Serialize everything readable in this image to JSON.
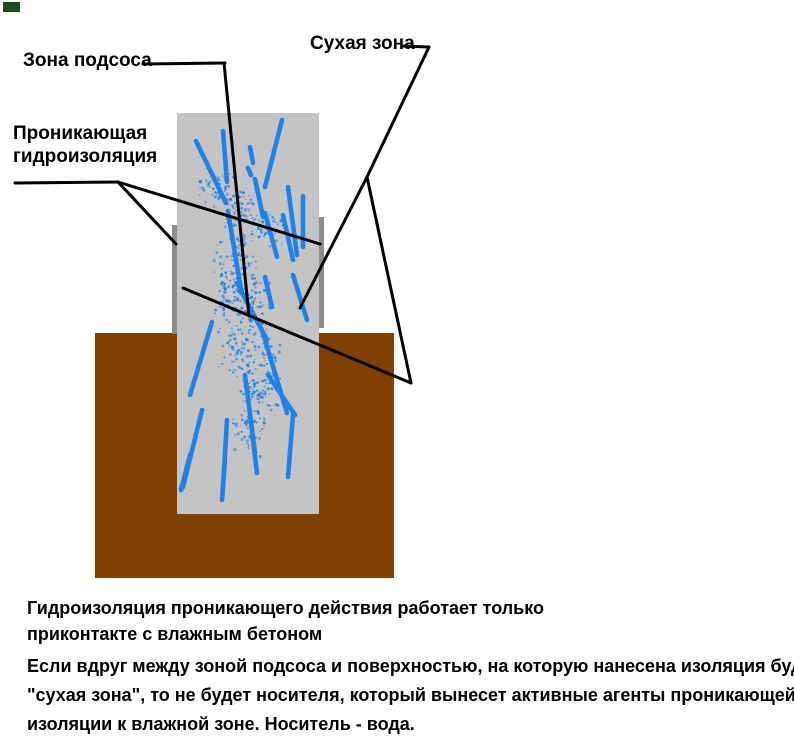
{
  "labels": {
    "suction_zone": "Зона подсоса",
    "dry_zone": "Сухая зона",
    "penetrating": [
      "Проникающая",
      "гидроизоляция"
    ]
  },
  "captions": {
    "p1": [
      "Гидроизоляция проникающего действия работает только",
      "приконтакте с влажным бетоном"
    ],
    "p2": [
      "Если вдруг между зоной подсоса и поверхностью, на которую нанесена изоляция будет",
      "\"сухая зона\", то не будет носителя, который вынесет активные агенты проникающей",
      "изоляции к влажной зоне. Носитель - вода."
    ]
  },
  "colors": {
    "ground": "#804000",
    "column": "#c4c4c4",
    "strip": "#8c8c8c",
    "water": "#1e82e8",
    "line": "#000000",
    "corner_mark": "#1e4a1e",
    "background": "#ffffff",
    "text": "#000000"
  },
  "diagram": {
    "corner_mark": [
      3,
      2,
      17,
      10
    ],
    "ground": [
      95,
      333,
      299,
      245
    ],
    "column": [
      177,
      113,
      142,
      401
    ],
    "strips": [
      [
        172,
        225,
        5,
        109
      ],
      [
        319,
        217,
        5,
        111
      ]
    ],
    "leader_lines": [
      [
        143,
        64,
        225,
        63
      ],
      [
        224,
        63,
        249,
        316
      ],
      [
        402,
        46,
        429,
        47
      ],
      [
        429,
        47,
        367,
        177
      ],
      [
        367,
        177,
        300,
        308
      ],
      [
        367,
        177,
        411,
        383
      ],
      [
        411,
        383,
        183,
        288
      ],
      [
        15,
        183,
        118,
        182
      ],
      [
        118,
        182,
        320,
        244
      ],
      [
        118,
        182,
        176,
        244
      ]
    ],
    "leader_stroke_width": 3,
    "streaks": [
      [
        196,
        141,
        226,
        203
      ],
      [
        223,
        131,
        227,
        182
      ],
      [
        250,
        147,
        253,
        163
      ],
      [
        248,
        168,
        251,
        175
      ],
      [
        282,
        120,
        265,
        187
      ],
      [
        255,
        179,
        263,
        217
      ],
      [
        288,
        187,
        297,
        255
      ],
      [
        303,
        196,
        303,
        247
      ],
      [
        228,
        211,
        241,
        290
      ],
      [
        265,
        213,
        277,
        257
      ],
      [
        283,
        215,
        293,
        260
      ],
      [
        293,
        275,
        307,
        320
      ],
      [
        265,
        277,
        272,
        307
      ],
      [
        237,
        283,
        267,
        340
      ],
      [
        212,
        322,
        190,
        395
      ],
      [
        263,
        333,
        287,
        413
      ],
      [
        268,
        375,
        295,
        415
      ],
      [
        245,
        375,
        255,
        453
      ],
      [
        202,
        410,
        183,
        487
      ],
      [
        227,
        420,
        223,
        487
      ],
      [
        252,
        432,
        257,
        473
      ],
      [
        293,
        415,
        288,
        477
      ],
      [
        190,
        455,
        181,
        490
      ],
      [
        225,
        460,
        222,
        500
      ]
    ],
    "streak_stroke_width": 4.6,
    "spray_clusters": [
      [
        218,
        190,
        14,
        18,
        60
      ],
      [
        243,
        215,
        16,
        22,
        80
      ],
      [
        235,
        262,
        18,
        25,
        90
      ],
      [
        250,
        305,
        16,
        22,
        80
      ],
      [
        242,
        350,
        18,
        26,
        90
      ],
      [
        258,
        395,
        16,
        24,
        80
      ],
      [
        250,
        432,
        12,
        18,
        50
      ],
      [
        270,
        230,
        10,
        14,
        30
      ],
      [
        225,
        300,
        10,
        14,
        30
      ],
      [
        268,
        350,
        9,
        12,
        25
      ]
    ]
  }
}
